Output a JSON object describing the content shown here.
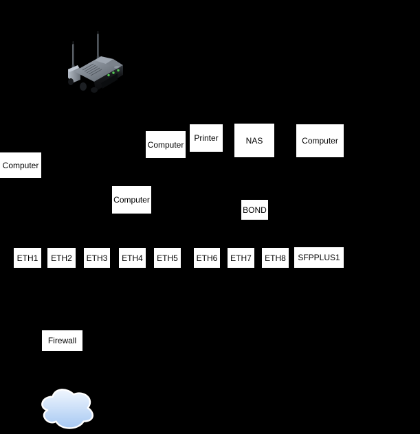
{
  "diagram": {
    "type": "network-topology",
    "background_color": "#000000",
    "label_box_color": "#ffffff",
    "label_text_color": "#000000"
  },
  "nodes": {
    "computer_left": "Computer",
    "computer_top": "Computer",
    "printer": "Printer",
    "nas": "NAS",
    "computer_right": "Computer",
    "computer_mid": "Computer",
    "bond": "BOND",
    "eth1": "ETH1",
    "eth2": "ETH2",
    "eth3": "ETH3",
    "eth4": "ETH4",
    "eth5": "ETH5",
    "eth6": "ETH6",
    "eth7": "ETH7",
    "eth8": "ETH8",
    "sfpplus1": "SFPPLUS1",
    "firewall": "Firewall"
  },
  "icons": {
    "router": "wireless-router-icon",
    "cloud": "internet-cloud-icon"
  },
  "icon_colors": {
    "router_top_light": "#a7afb9",
    "router_top_dark": "#5d646c",
    "router_front": "#15171a",
    "led_green": "#55c955",
    "cloud_fill_top": "#f0f6fe",
    "cloud_fill_bottom": "#a6c8f2",
    "cloud_outline": "#ffffff"
  }
}
